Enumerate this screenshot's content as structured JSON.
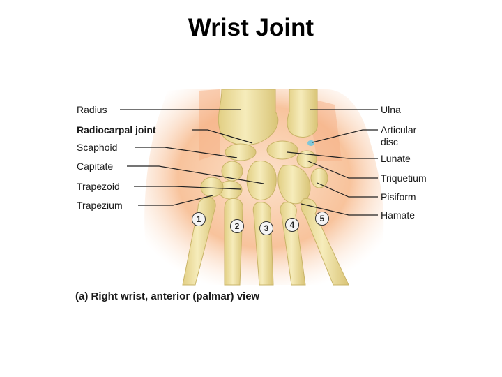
{
  "title": "Wrist Joint",
  "labels_left": [
    {
      "key": "radius",
      "text": "Radius",
      "bold": false
    },
    {
      "key": "radiocarpal",
      "text": "Radiocarpal joint",
      "bold": true
    },
    {
      "key": "scaphoid",
      "text": "Scaphoid",
      "bold": false
    },
    {
      "key": "capitate",
      "text": "Capitate",
      "bold": false
    },
    {
      "key": "trapezoid",
      "text": "Trapezoid",
      "bold": false
    },
    {
      "key": "trapezium",
      "text": "Trapezium",
      "bold": false
    }
  ],
  "labels_right": [
    {
      "key": "ulna",
      "text": "Ulna"
    },
    {
      "key": "articular",
      "text": "Articular\ndisc"
    },
    {
      "key": "lunate",
      "text": "Lunate"
    },
    {
      "key": "triquetium",
      "text": "Triquetium"
    },
    {
      "key": "pisiform",
      "text": "Pisiform"
    },
    {
      "key": "hamate",
      "text": "Hamate"
    }
  ],
  "metacarpal_numbers": [
    "1",
    "2",
    "3",
    "4",
    "5"
  ],
  "caption": "(a) Right wrist, anterior (palmar) view",
  "colors": {
    "bone": "#efe3a2",
    "bone_shade": "#d8c77a",
    "skin": "#f7b487",
    "skin_light": "#fbd9bd",
    "disc": "#7fc7d9",
    "leader": "#222222"
  }
}
